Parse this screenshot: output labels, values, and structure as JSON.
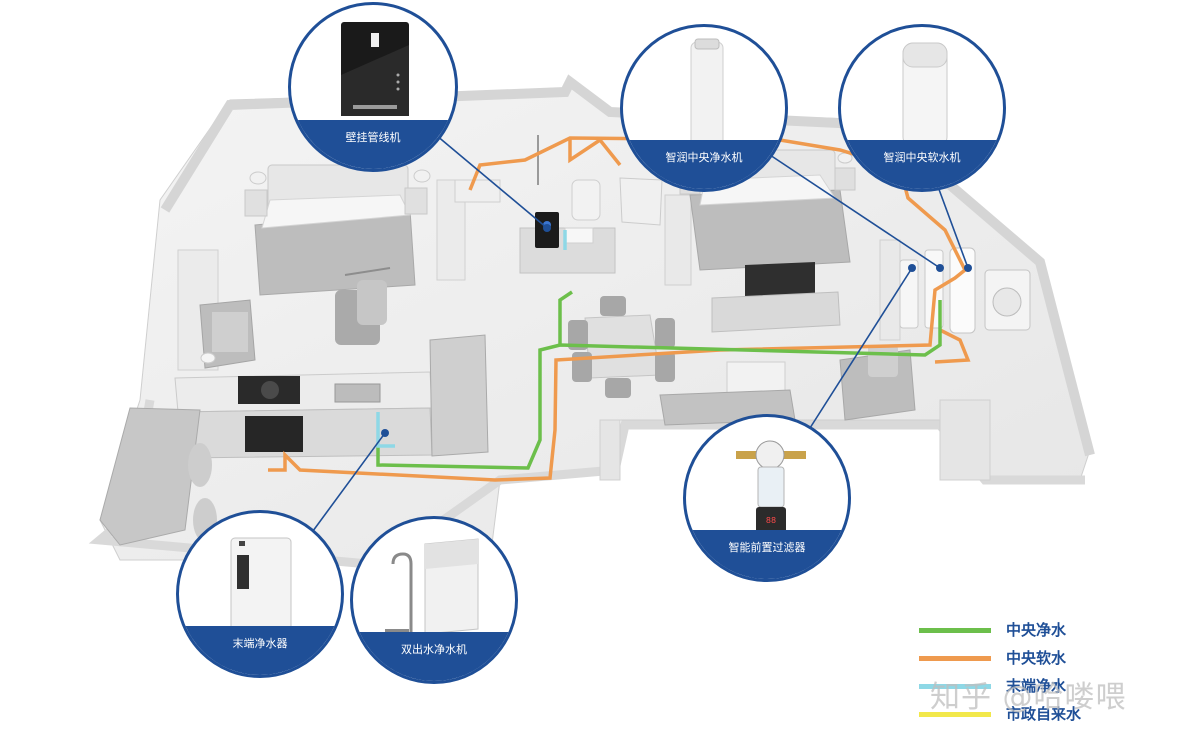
{
  "callouts": {
    "wall_mounted": "壁挂管线机",
    "central_purifier": "智润中央净水机",
    "central_softener": "智润中央软水机",
    "prefilter": "智能前置过滤器",
    "terminal_purifier": "末端净水器",
    "dual_outlet": "双出水净水机"
  },
  "legend": [
    {
      "label": "中央净水",
      "color": "#6cbf4b"
    },
    {
      "label": "中央软水",
      "color": "#ef9a4e"
    },
    {
      "label": "末端净水",
      "color": "#8ed8e6"
    },
    {
      "label": "市政自来水",
      "color": "#f2e84a"
    }
  ],
  "watermark": "知乎 @哈喽喂",
  "colors": {
    "brand_blue": "#1f4f97",
    "pipe_green": "#6cbf4b",
    "pipe_orange": "#ef9a4e",
    "wall_gray": "#e4e4e4"
  }
}
